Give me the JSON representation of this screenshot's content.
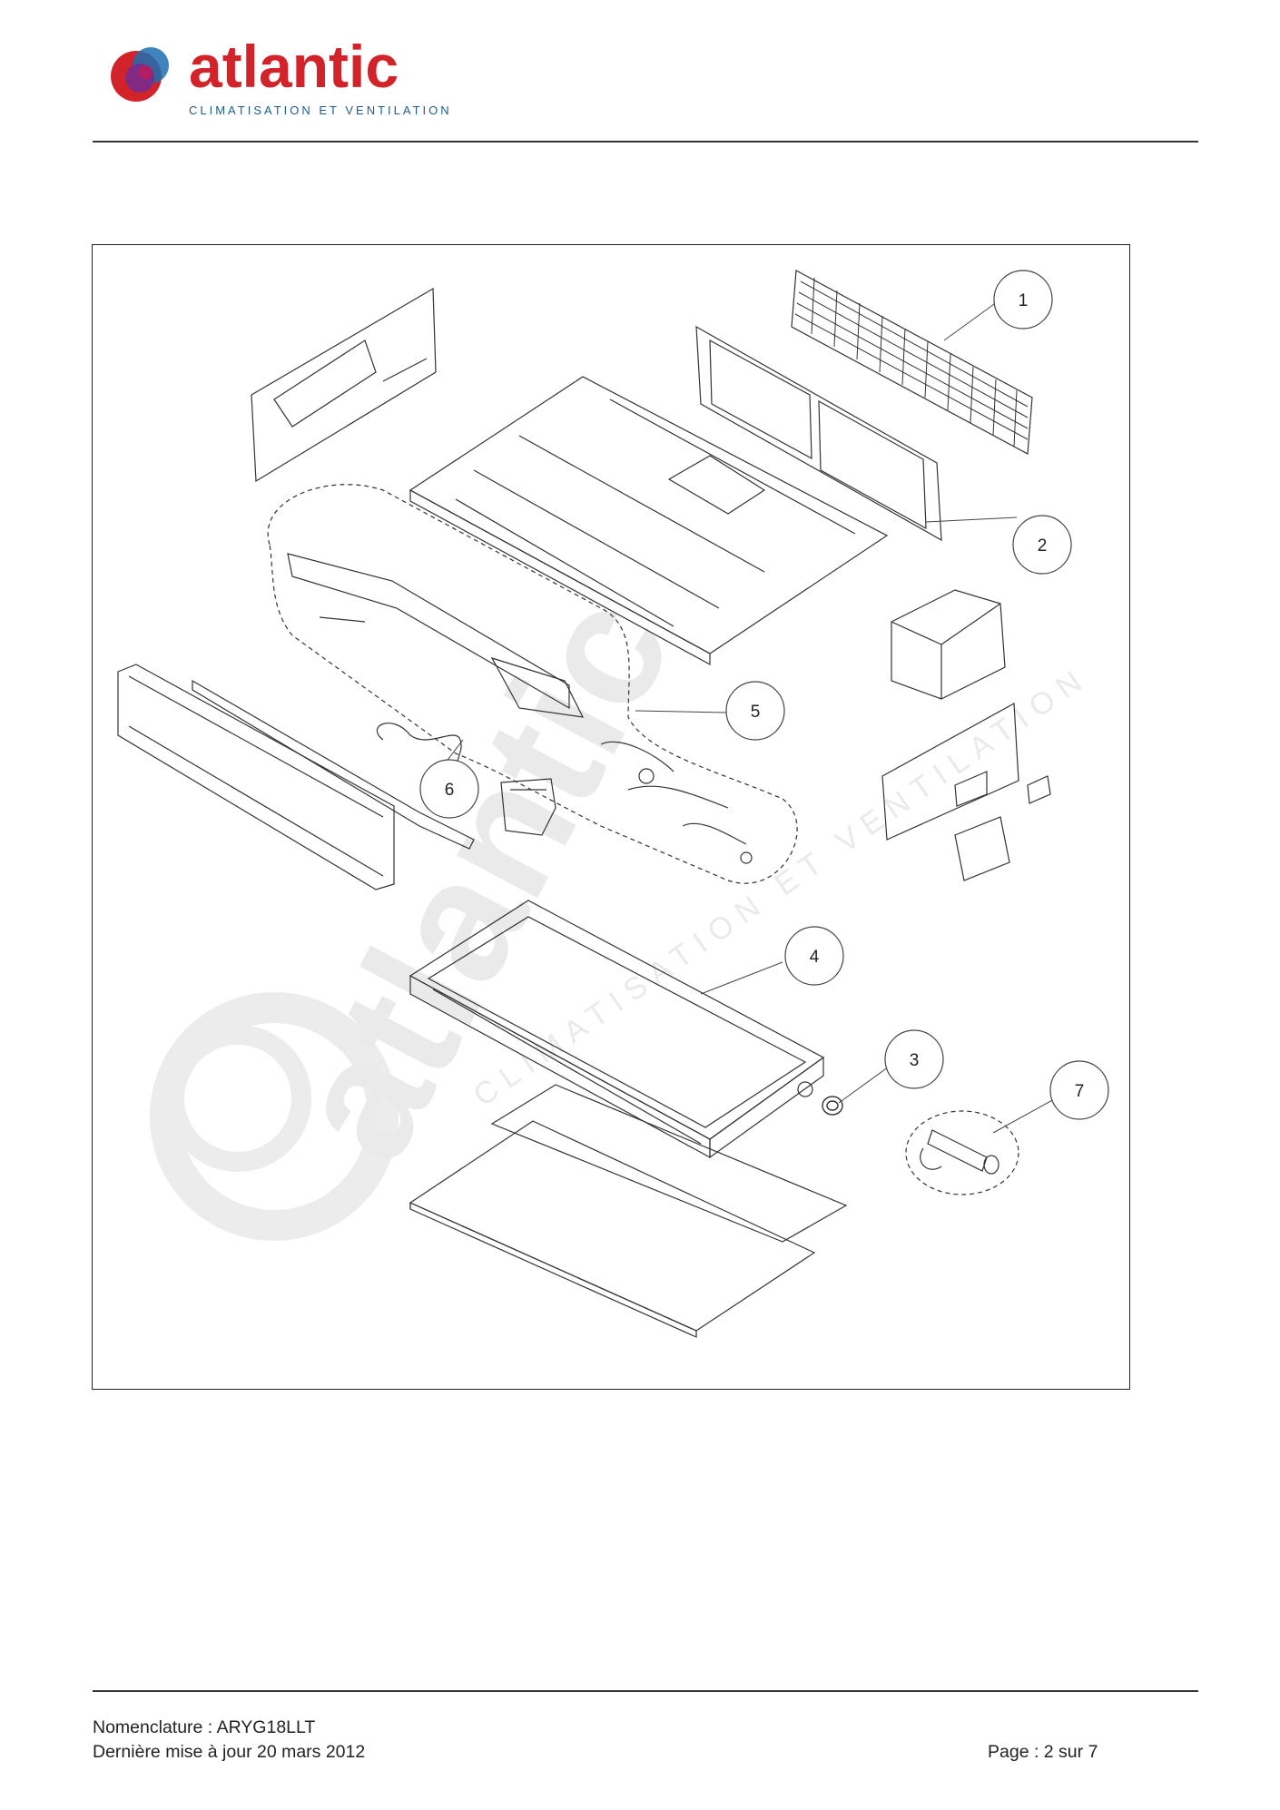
{
  "header": {
    "brand_name": "atlantic",
    "brand_tagline": "CLIMATISATION ET VENTILATION"
  },
  "figure": {
    "watermark_text": "atlantic",
    "watermark_tagline": "CLIMATISATION ET VENTILATION",
    "callouts": [
      {
        "label": "1"
      },
      {
        "label": "2"
      },
      {
        "label": "3"
      },
      {
        "label": "4"
      },
      {
        "label": "5"
      },
      {
        "label": "6"
      },
      {
        "label": "7"
      }
    ]
  },
  "footer": {
    "nomenclature": "Nomenclature : ARYG18LLT",
    "last_update": "Dernière mise à jour 20 mars 2012",
    "page": "Page : 2 sur 7"
  },
  "colors": {
    "brand_red": "#d2232a",
    "brand_blue": "#1f5c8a",
    "logo_purple": "#7b2a8c"
  }
}
